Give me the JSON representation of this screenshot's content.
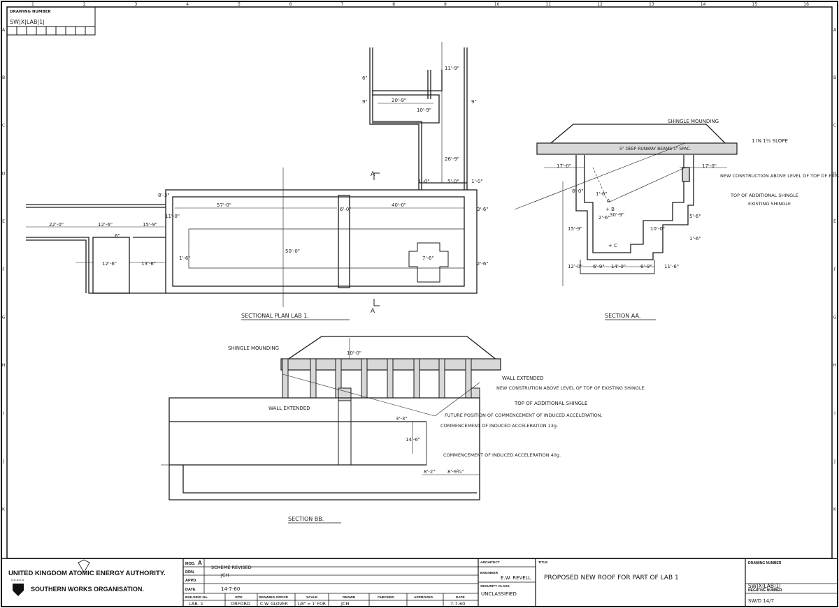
{
  "sheet": {
    "grid_numbers": [
      "1",
      "2",
      "3",
      "4",
      "5",
      "6",
      "7",
      "8",
      "9",
      "10",
      "11",
      "12",
      "13",
      "14",
      "15",
      "16"
    ],
    "grid_letters": [
      "A",
      "B",
      "C",
      "D",
      "E",
      "F",
      "G",
      "H",
      "I",
      "J",
      "K"
    ]
  },
  "drawing_number_box": {
    "label": "DRAWING NUMBER",
    "value": "SW|X|LAB|1|"
  },
  "section_plan": {
    "caption": "SECTIONAL  PLAN  LAB  1.",
    "section_marker": "A",
    "dims": {
      "d_57_0": "57'-0\"",
      "d_40_0": "40'-0\"",
      "d_6_0": "6'-0\"",
      "d_50_0": "50'-0\"",
      "d_20_9": "20'-9\"",
      "d_9a": "9\"",
      "d_9b": "9\"",
      "d_6a": "6\"",
      "d_6b": "6\"",
      "d_22_0": "22'-0\"",
      "d_12_6": "12'-6\"",
      "d_15_9": "15'-9\"",
      "d_12_6b": "12'-6\"",
      "d_13_6": "13'-6\"",
      "d_1_0a": "1'-0\"",
      "d_1_0b": "1'-0\"",
      "d_1_6": "1'-6\"",
      "d_11_0": "11'-0\"",
      "d_3_6": "3'-6\"",
      "d_2_6": "2'-6\"",
      "d_7_6": "7'-6\"",
      "d_26_9": "26'-9\"",
      "d_10_9": "10'-9\"",
      "d_8_3": "8'-3\"",
      "d_11_9": "11'-9\"",
      "d_5_0": "5'-0\""
    }
  },
  "section_aa": {
    "caption": "SECTION  AA.",
    "labels": {
      "shingle_mounding": "SHINGLE  MOUNDING",
      "slope": "1 IN 1½  SLOPE",
      "runway": "5\" DEEP RUNWAY BEAMS 1\" SPAC.",
      "new_construction": "NEW CONSTRUCTION ABOVE LEVEL OF TOP OF EXISTING SHINGLE",
      "top_additional": "TOP OF ADDITIONAL SHINGLE",
      "existing_shingle": "EXISTING SHINGLE",
      "pt_a": "A",
      "pt_b": "+ B",
      "pt_c": "+ C"
    },
    "dims": {
      "d_17_0a": "17'-0\"",
      "d_17_0b": "17'-0\"",
      "d_1_6": "1'-6\"",
      "d_8_0": "8'-0\"",
      "d_30_9": "30'-9\"",
      "d_15_9": "15'-9\"",
      "d_12_0": "12'-0\"",
      "d_2_6": "2'-6\"",
      "d_5_6": "5'-6\"",
      "d_10_0": "10'-0\"",
      "d_6_9a": "6'-9\"",
      "d_6_9b": "6'-9\"",
      "d_14_0": "14'-0\"",
      "d_11_6": "11'-6\""
    }
  },
  "section_bb": {
    "caption": "SECTION  BB.",
    "labels": {
      "shingle_mounding": "SHINGLE  MOUNDING",
      "wall_extended_left": "WALL  EXTENDED",
      "wall_extended_right": "WALL  EXTENDED",
      "new_construction": "NEW CONSTRUTION ABOVE LEVEL OF TOP OF EXISTING SHINGLE.",
      "top_additional": "TOP OF ADDITIONAL SHINGLE",
      "future_position": "FUTURE POSITION OF COMMENCEMENT OF INDUCED ACCELERATION.",
      "commencement_b": "COMMENCEMENT OF INDUCED ACCELERATION 13g.",
      "commencement_c": "COMMENCEMENT OF INDUCED ACCELERATION 40g."
    },
    "dims": {
      "d_10_0": "10'-0\"",
      "d_3_3": "3'-3\"",
      "d_14_6": "14'-6\"",
      "d_8_2": "8'-2\"",
      "d_8_9": "8'-9¾\""
    }
  },
  "title_block": {
    "org1": "UNITED KINGDOM ATOMIC ENERGY AUTHORITY.",
    "org2": "SOUTHERN WORKS ORGANISATION.",
    "ukaea": "U.K.A.E.A.",
    "mod_label": "MOD.",
    "mod_value": "A",
    "drn_label": "DRN.",
    "appd_label": "APPD.",
    "date_label": "DATE",
    "revision_note": "SCHEME REVISED",
    "revision_by": "JCH",
    "revision_date": "14-7-60",
    "building_no_label": "BUILDING No.",
    "building_no": "LAB. 1",
    "site_label": "SITE",
    "site": "ORFORD",
    "drawing_office_label": "DRAWING OFFICE",
    "drawing_office": "C.W. GLOVER",
    "scale_label": "SCALE",
    "scale": "1/8\" = 1' FOR",
    "drawn_label": "DRAWN",
    "drawn": "JCH",
    "checked_label": "CHECKED",
    "approved_label": "APPROVED",
    "date2_label": "DATE",
    "date2": "7-7-60",
    "architect_label": "ARCHITECT",
    "engineer_label": "ENGINEER",
    "engineer": "E.W. REVELL",
    "security_label": "SECURITY CLASS",
    "security": "UNCLASSIFIED",
    "title_label": "TITLE",
    "title": "PROPOSED  NEW  ROOF  FOR  PART  OF  LAB  1",
    "drawing_number_label": "DRAWING NUMBER",
    "drawing_number": "SW|X|LAB|1|",
    "negative_number_label": "NEGATIVE NUMBER",
    "negative_number": "SW/D 14/7"
  }
}
